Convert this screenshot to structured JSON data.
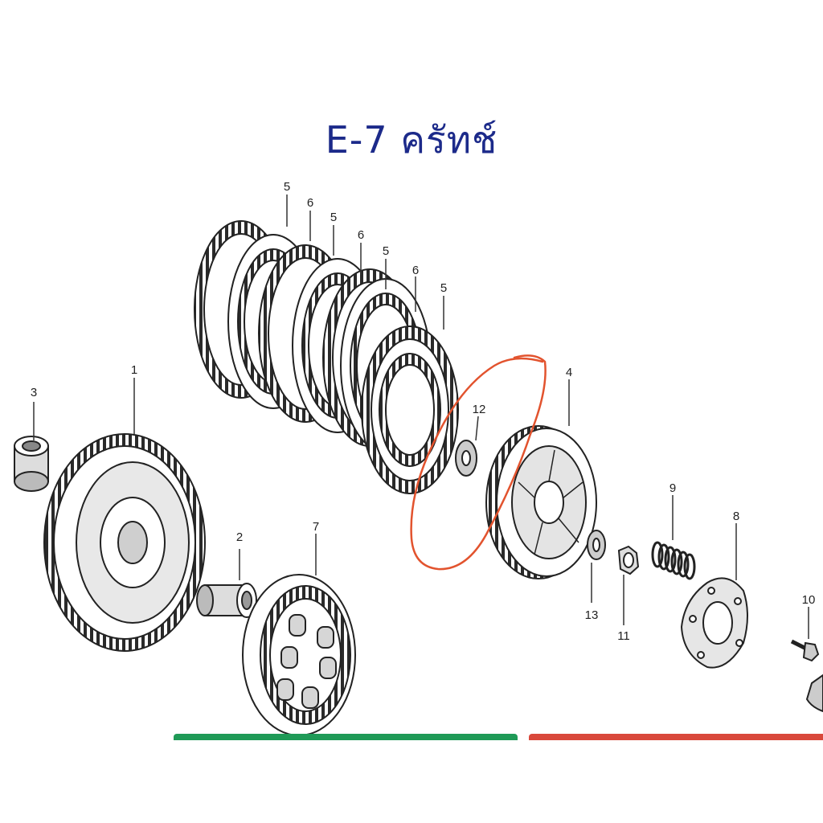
{
  "title": "E-7 ครัทช์",
  "callouts": {
    "c1": "1",
    "c2": "2",
    "c3": "3",
    "c4": "4",
    "c5a": "5",
    "c5b": "5",
    "c5c": "5",
    "c5d": "5",
    "c6a": "6",
    "c6b": "6",
    "c6c": "6",
    "c7": "7",
    "c8": "8",
    "c9": "9",
    "c10": "10",
    "c11": "11",
    "c12": "12",
    "c13": "13"
  },
  "colors": {
    "title": "#1c2a8a",
    "highlight": "#e2532e",
    "bar_left": "#1f9a57",
    "bar_right": "#d9483b"
  }
}
